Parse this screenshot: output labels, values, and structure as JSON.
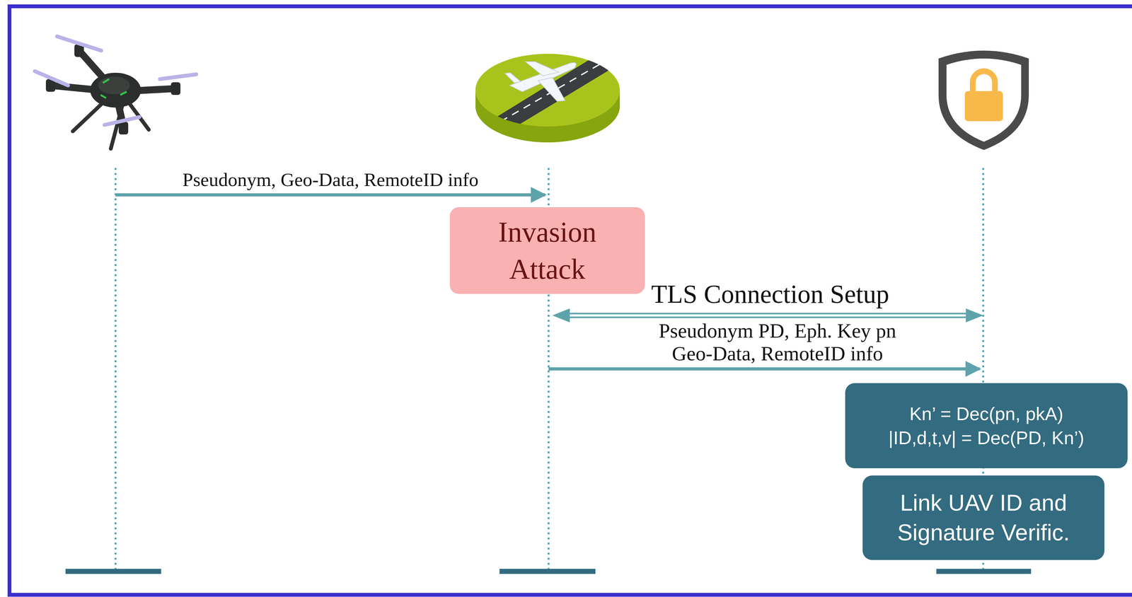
{
  "diagram": {
    "nodes": [
      {
        "text": [
          "Invasion Attack"
        ]
      },
      {
        "text": [
          "Kn’ = Dec(pn, pkA)",
          "|ID,d,t,v| = Dec(PD, Kn’)"
        ]
      },
      {
        "text": [
          "Link UAV ID and Signature Verific."
        ]
      }
    ],
    "labels": [
      "Pseudonym, Geo-Data, RemoteID info",
      "TLS Connection Setup",
      "Pseudonym PD, Eph. Key pn",
      "Geo-Data, RemoteID info"
    ]
  }
}
